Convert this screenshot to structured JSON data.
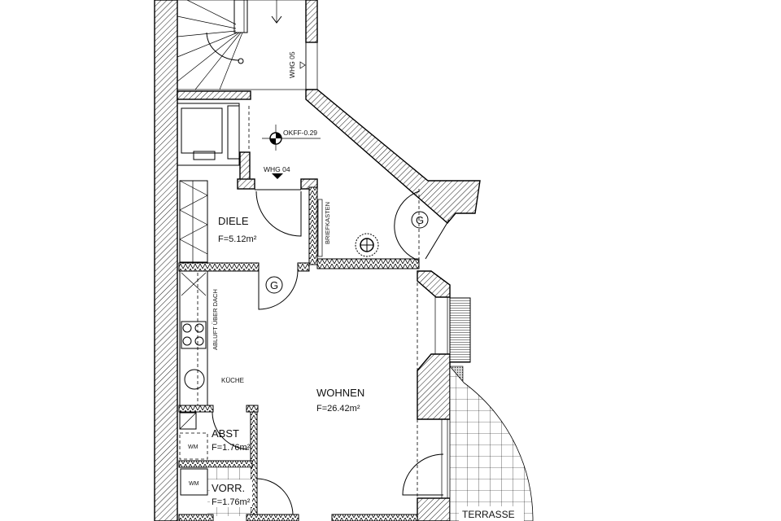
{
  "plan": {
    "level_marker": "OKFF-0.29",
    "unit_labels": {
      "whg_05": "WHG 05",
      "whg_04": "WHG 04"
    },
    "door_markers": [
      "G",
      "G"
    ],
    "annotations": {
      "briefkasten": "BRIEFKASTEN",
      "abluft": "ABLUFT ÜBER DACH"
    },
    "rooms": [
      {
        "name": "DIELE",
        "area": "F=5.12m²"
      },
      {
        "name": "KÜCHE",
        "area": ""
      },
      {
        "name": "WOHNEN",
        "area": "F=26.42m²"
      },
      {
        "name": "ABST",
        "area": "F=1.76m²"
      },
      {
        "name": "VORR.",
        "area": "F=1.76m²"
      },
      {
        "name": "TERRASSE",
        "area": ""
      }
    ],
    "appliances": [
      "WM",
      "WM"
    ]
  }
}
